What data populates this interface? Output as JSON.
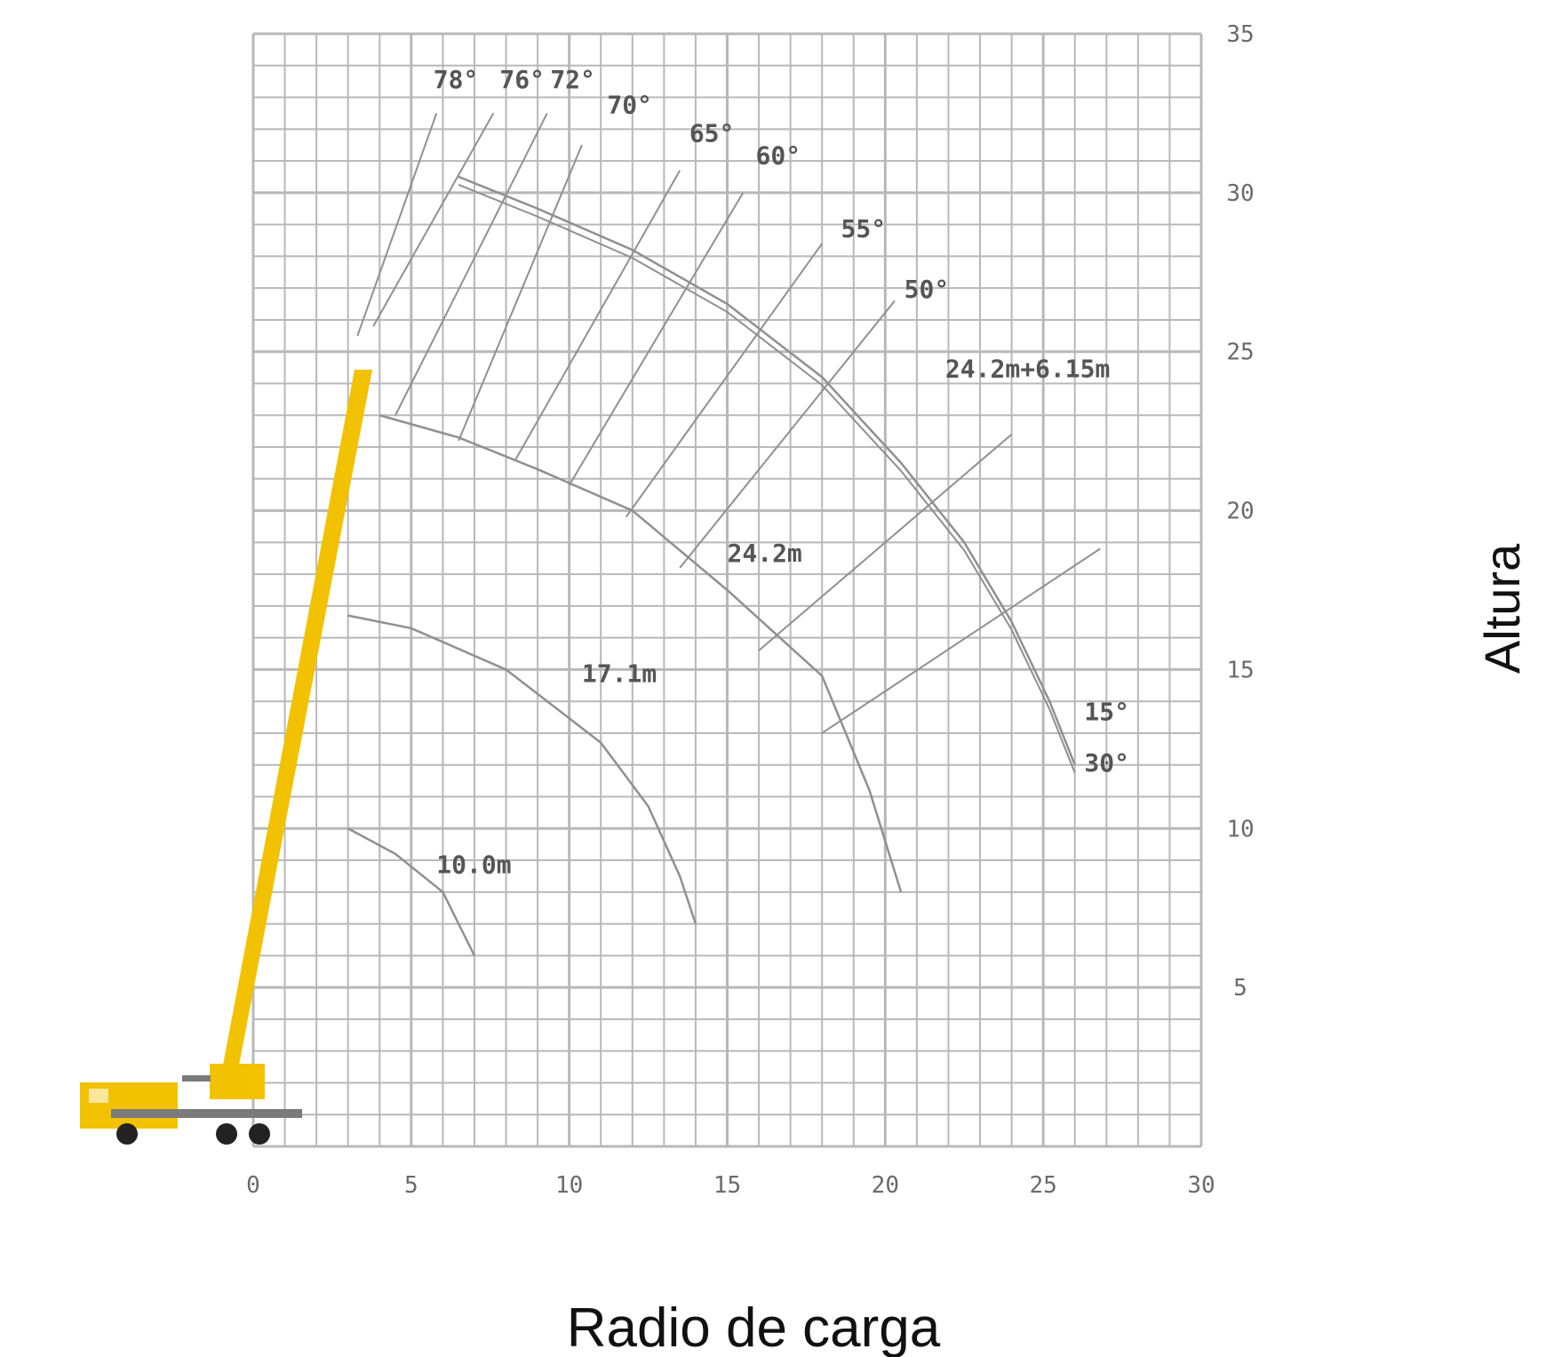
{
  "chart_data": {
    "type": "line",
    "xlabel": "Radio de carga",
    "ylabel": "Altura",
    "xlim": [
      0,
      30
    ],
    "ylim": [
      0,
      35
    ],
    "xticks": [
      "0",
      "5",
      "10",
      "15",
      "20",
      "25",
      "30"
    ],
    "yticks": [
      "5",
      "10",
      "15",
      "20",
      "25",
      "30",
      "35"
    ],
    "grid": true,
    "y_axis_position": "right",
    "colors": {
      "boom": "#f2c200",
      "grid": "#b8b8b8",
      "curve": "#909090",
      "truck": "#f2c200"
    },
    "boom_angle_labels": [
      "78°",
      "76°",
      "72°",
      "70°",
      "65°",
      "60°",
      "55°",
      "50°",
      "15°",
      "30°"
    ],
    "boom_length_labels": [
      "24.2m+6.15m",
      "24.2m",
      "17.1m",
      "10.0m"
    ],
    "series": [
      {
        "name": "24.2m+6.15m",
        "x": [
          6.5,
          9,
          12,
          15,
          18,
          20.5,
          22.5,
          24,
          25.2,
          26
        ],
        "y": [
          30.5,
          29.5,
          28.2,
          26.5,
          24.2,
          21.5,
          19,
          16.5,
          14,
          12
        ]
      },
      {
        "name": "24.2m",
        "x": [
          4,
          6.5,
          9,
          12,
          15,
          18,
          19.5,
          20.5
        ],
        "y": [
          23,
          22.3,
          21.3,
          20,
          17.5,
          14.8,
          11.2,
          8
        ]
      },
      {
        "name": "17.1m",
        "x": [
          3,
          5,
          8,
          11,
          12.5,
          13.5,
          14
        ],
        "y": [
          16.7,
          16.3,
          15,
          12.7,
          10.7,
          8.5,
          7
        ]
      },
      {
        "name": "10.0m",
        "x": [
          3,
          4.5,
          6,
          7
        ],
        "y": [
          10,
          9.2,
          8,
          6
        ]
      }
    ],
    "annotations": [
      {
        "text": "78°",
        "x": 5.7,
        "y": 33.3
      },
      {
        "text": "76°",
        "x": 7.8,
        "y": 33.3
      },
      {
        "text": "72°",
        "x": 9.4,
        "y": 33.3
      },
      {
        "text": "70°",
        "x": 11.2,
        "y": 32.5
      },
      {
        "text": "65°",
        "x": 13.8,
        "y": 31.6
      },
      {
        "text": "60°",
        "x": 15.9,
        "y": 30.9
      },
      {
        "text": "55°",
        "x": 18.6,
        "y": 28.6
      },
      {
        "text": "50°",
        "x": 20.6,
        "y": 26.7
      },
      {
        "text": "24.2m+6.15m",
        "x": 21.9,
        "y": 24.2
      },
      {
        "text": "24.2m",
        "x": 15,
        "y": 18.4
      },
      {
        "text": "17.1m",
        "x": 10.4,
        "y": 14.6
      },
      {
        "text": "15°",
        "x": 26.3,
        "y": 13.4
      },
      {
        "text": "30°",
        "x": 26.3,
        "y": 11.8
      },
      {
        "text": "10.0m",
        "x": 5.8,
        "y": 8.6
      }
    ]
  }
}
